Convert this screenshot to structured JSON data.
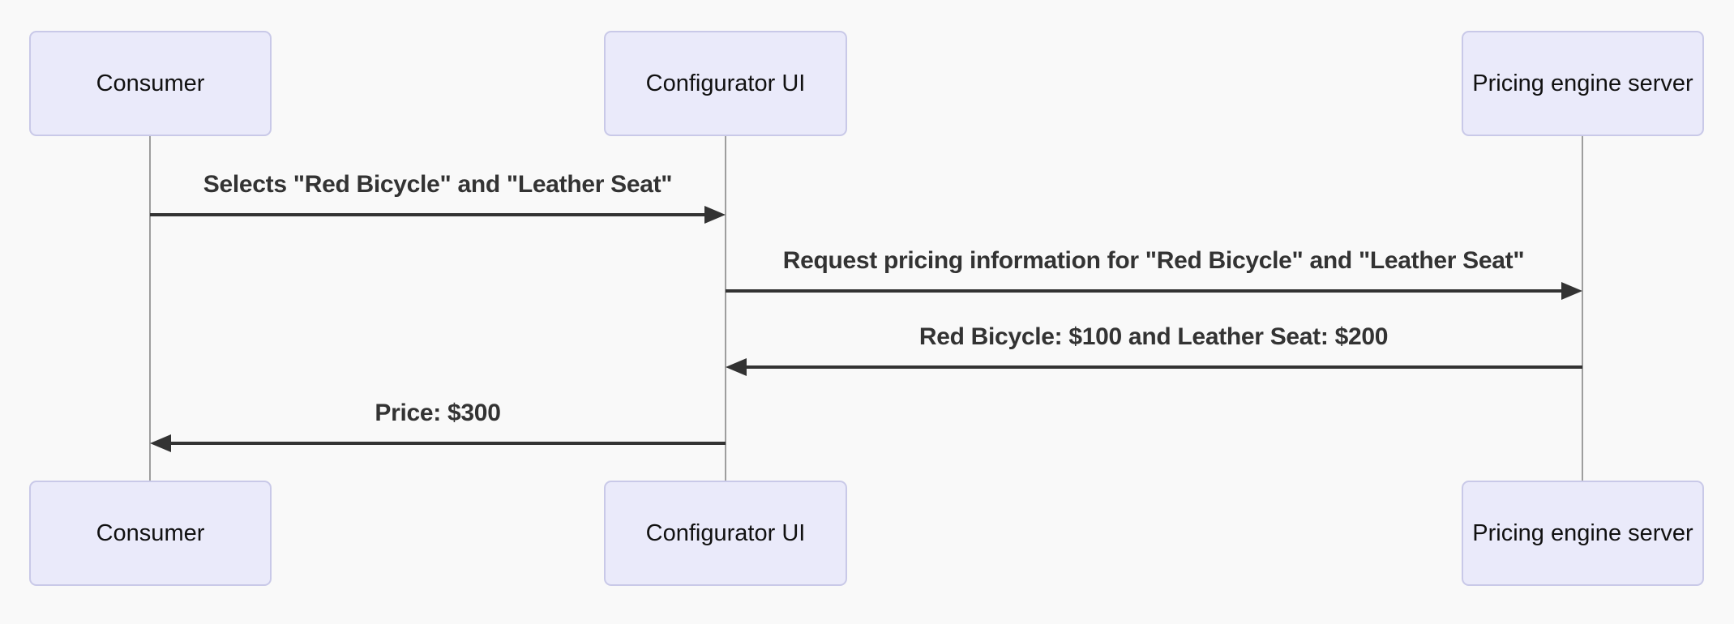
{
  "diagram": {
    "type": "sequence-diagram",
    "actors": [
      {
        "id": "consumer",
        "label": "Consumer"
      },
      {
        "id": "configurator-ui",
        "label": "Configurator UI"
      },
      {
        "id": "pricing-engine-server",
        "label": "Pricing engine server"
      }
    ],
    "messages": [
      {
        "from": "Consumer",
        "to": "Configurator UI",
        "direction": "right",
        "text": "Selects \"Red Bicycle\" and \"Leather Seat\""
      },
      {
        "from": "Configurator UI",
        "to": "Pricing engine server",
        "direction": "right",
        "text": "Request pricing information for \"Red Bicycle\" and \"Leather Seat\""
      },
      {
        "from": "Pricing engine server",
        "to": "Configurator UI",
        "direction": "left",
        "text": "Red Bicycle: $100 and Leather Seat: $200"
      },
      {
        "from": "Configurator UI",
        "to": "Consumer",
        "direction": "left",
        "text": "Price: $300"
      }
    ],
    "colors": {
      "background": "#f9f9f9",
      "actor_fill": "#eaeafa",
      "actor_border": "#c9c9e8",
      "actor_text": "#111111",
      "message_text": "#333333",
      "arrow": "#333333",
      "lifeline": "#9e9e9e"
    }
  }
}
